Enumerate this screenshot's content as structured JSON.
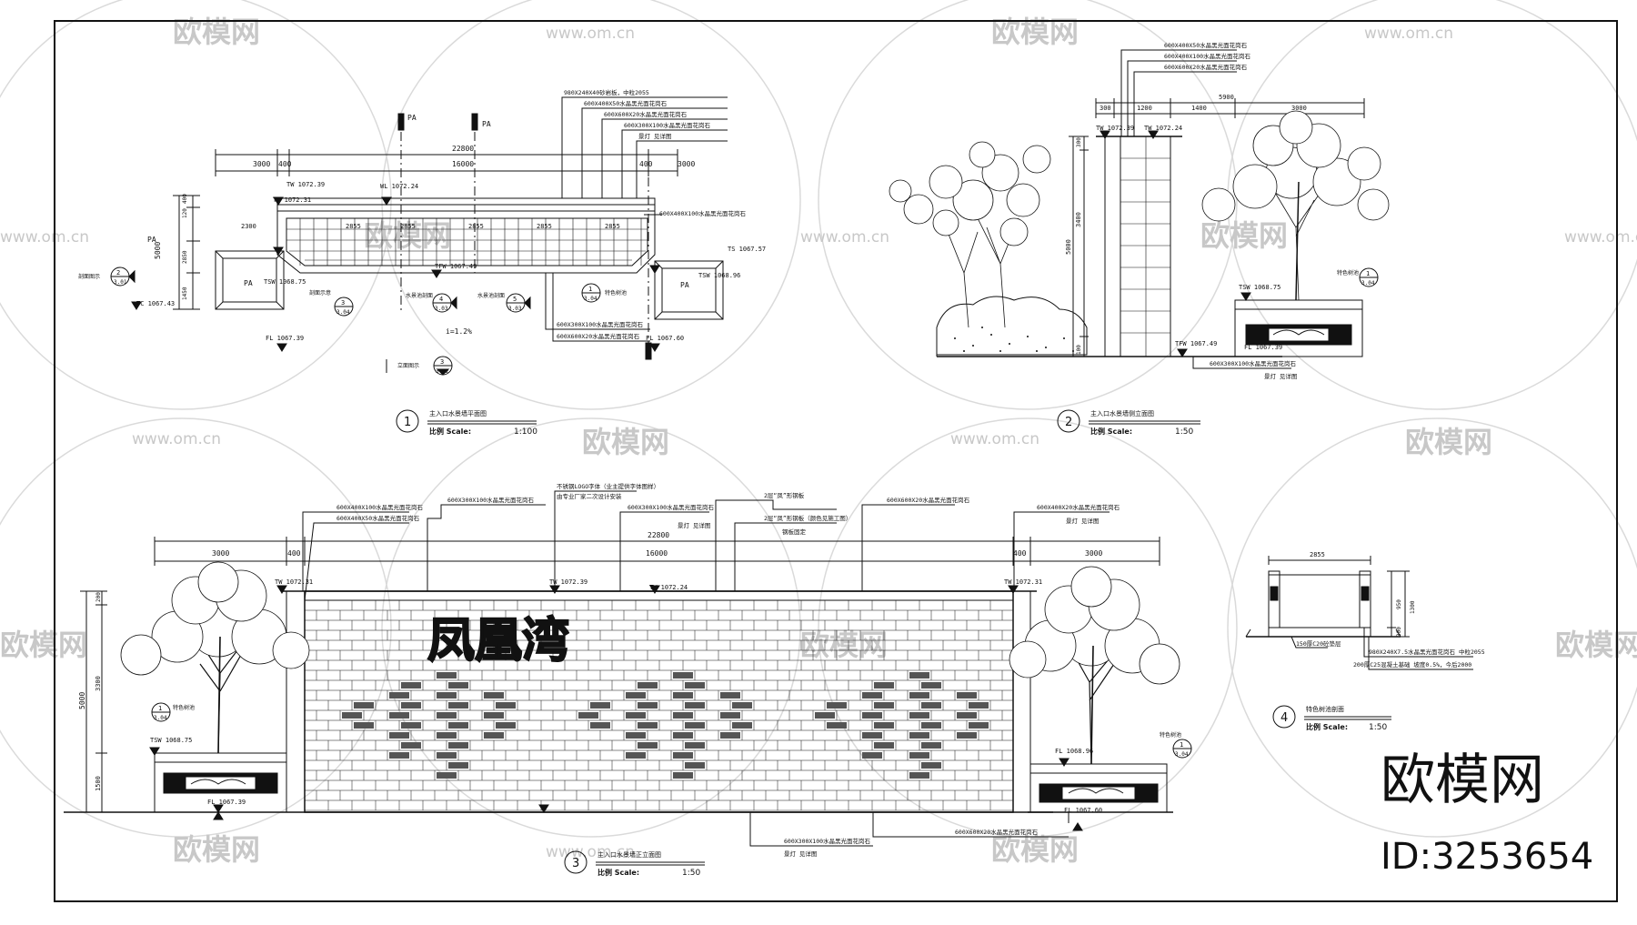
{
  "watermark": {
    "site": "www.om.cn",
    "brand_cn": "欧模网"
  },
  "corner_brand": {
    "name": "欧模网",
    "id": "ID:3253654"
  },
  "drawings": {
    "plan": {
      "index": "1",
      "title_cn": "主入口水景墙平面图",
      "scale_label": "比例 Scale:",
      "scale": "1:100",
      "dims_top": [
        "3000",
        "400",
        "16000",
        "400",
        "3000"
      ],
      "dim_overall": "22800",
      "dim_left_vertical": "5000",
      "dim_left_parts": [
        "400",
        "120",
        "2850",
        "1450"
      ],
      "inner_dims": [
        "2300",
        "2855",
        "2855",
        "2855",
        "2855",
        "2855"
      ],
      "levels": [
        "TW 1072.39",
        "TW 1072.31",
        "WL 1072.24",
        "TFW 1067.49",
        "TSW 1068.75",
        "TSW 1068.96",
        "FL 1067.39",
        "FL 1067.60",
        "TC 1067.43",
        "TS 1067.57"
      ],
      "pa": [
        "PA",
        "PA",
        "PA",
        "PA",
        "PA"
      ],
      "slope": "i=1.2%",
      "callouts_right": [
        "980X240X40砂岩板，中粒2055",
        "600X400X50水晶黑光面花岗石",
        "600X600X20水晶黑光面花岗石",
        "600X300X100水晶黑光面花岗石",
        "景灯 见详图"
      ],
      "callout_cover": "600X400X100水晶黑光面花岗石",
      "callouts_bottom": [
        "600X300X100水晶黑光面花岗石",
        "600X600X20水晶黑光面花岗石"
      ],
      "markers": [
        {
          "top": "2",
          "bottom": "3.01"
        },
        {
          "top": "3",
          "bottom": "3.04"
        },
        {
          "top": "4",
          "bottom": "3.03"
        },
        {
          "top": "5",
          "bottom": "3.03"
        },
        {
          "top": "1",
          "bottom": "3.04"
        }
      ],
      "marker_labels": [
        "剖面示意",
        "水景池剖面",
        "水景池剖面",
        "特色树池"
      ],
      "section_mark": {
        "label": "立面图示",
        "top": "3",
        "bottom": "3.02"
      },
      "section_left": "剖面图示"
    },
    "section": {
      "index": "2",
      "title_cn": "主入口水景墙侧立面图",
      "scale_label": "比例 Scale:",
      "scale": "1:50",
      "dims_top": [
        "300",
        "1200",
        "1400",
        "3000"
      ],
      "dim_overall": "5900",
      "dim_vertical": [
        "300",
        "3400",
        "5000",
        "100"
      ],
      "levels": [
        "TW 1072.39",
        "TW 1072.24",
        "TSW 1068.75",
        "TFW 1067.49",
        "FL 1067.39"
      ],
      "callouts_top": [
        "600X400X50水晶黑光面花岗石",
        "600X400X100水晶黑光面花岗石",
        "600X600X20水晶黑光面花岗石"
      ],
      "callout_bottom": "600X300X100水晶黑光面花岗石",
      "callout_note": "景灯 见详图",
      "marker": {
        "top": "1",
        "bottom": "3.04"
      },
      "marker_label": "特色树池"
    },
    "elevation": {
      "index": "3",
      "title_cn": "主入口水景墙正立面图",
      "scale_label": "比例 Scale:",
      "scale": "1:50",
      "sign_text": "凤凰湾",
      "dims_top": [
        "3000",
        "400",
        "16000",
        "400",
        "3000"
      ],
      "dim_overall": "22800",
      "dim_vertical": [
        "5000",
        "3300",
        "1500",
        "200"
      ],
      "levels": [
        "TW 1072.31",
        "TW 1072.39",
        "TW 1072.24",
        "TW 1072.31",
        "TSW 1068.75",
        "FL 1067.39",
        "FL 1068.96",
        "FL 1067.60"
      ],
      "callouts_top": [
        "600X400X100水晶黑光面花岗石",
        "600X400X50水晶黑光面花岗石",
        "600X300X100水晶黑光面花岗石",
        "不锈钢LOGO字体（业主提供字体图样）",
        "由专业厂家二次设计安装",
        "600X300X100水晶黑光面花岗石",
        "景灯 见详图",
        "2层“凤”形钢板",
        "2层“凤”形钢板（颜色见施工图）",
        "钢板固定",
        "600X600X20水晶黑光面花岗石",
        "600X400X20水晶黑光面花岗石",
        "景灯 见详图"
      ],
      "callouts_bottom": [
        "600X300X100水晶黑光面花岗石",
        "景灯 见详图",
        "600X600X20水晶黑光面花岗石"
      ],
      "markers": [
        {
          "top": "1",
          "bottom": "3.04"
        },
        {
          "top": "1",
          "bottom": "3.04"
        }
      ],
      "marker_labels": [
        "特色树池",
        "特色树池"
      ]
    },
    "detail": {
      "index": "4",
      "title_cn": "特色树池剖面",
      "scale_label": "比例 Scale:",
      "scale": "1:50",
      "dim_top": "2855",
      "dims_right": [
        "300",
        "950",
        "1300"
      ],
      "callouts": [
        "150厚C20砼垫层",
        "980X240X7.5水晶黑光面花岗石 中粒2055",
        "200厚C25混凝土基础 坡度0.5%，今后2000"
      ]
    }
  }
}
